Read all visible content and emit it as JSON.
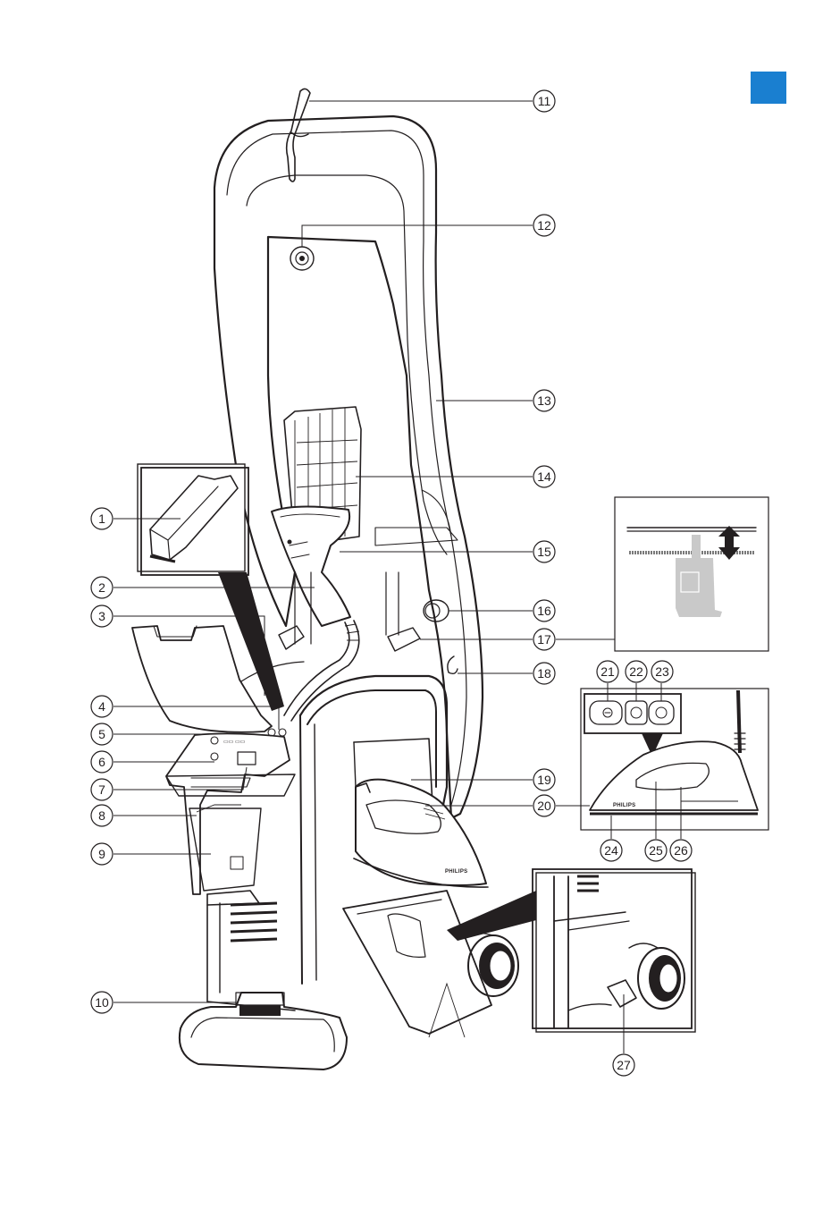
{
  "page": {
    "accent_color": "#1a7fd0",
    "line_color": "#231f20"
  },
  "callouts": [
    {
      "id": "1",
      "label": "1"
    },
    {
      "id": "2",
      "label": "2"
    },
    {
      "id": "3",
      "label": "3"
    },
    {
      "id": "4",
      "label": "4"
    },
    {
      "id": "5",
      "label": "5"
    },
    {
      "id": "6",
      "label": "6"
    },
    {
      "id": "7",
      "label": "7"
    },
    {
      "id": "8",
      "label": "8"
    },
    {
      "id": "9",
      "label": "9"
    },
    {
      "id": "10",
      "label": "10"
    },
    {
      "id": "11",
      "label": "11"
    },
    {
      "id": "12",
      "label": "12"
    },
    {
      "id": "13",
      "label": "13"
    },
    {
      "id": "14",
      "label": "14"
    },
    {
      "id": "15",
      "label": "15"
    },
    {
      "id": "16",
      "label": "16"
    },
    {
      "id": "17",
      "label": "17"
    },
    {
      "id": "18",
      "label": "18"
    },
    {
      "id": "19",
      "label": "19"
    },
    {
      "id": "20",
      "label": "20"
    },
    {
      "id": "21",
      "label": "21"
    },
    {
      "id": "22",
      "label": "22"
    },
    {
      "id": "23",
      "label": "23"
    },
    {
      "id": "24",
      "label": "24"
    },
    {
      "id": "25",
      "label": "25"
    },
    {
      "id": "26",
      "label": "26"
    },
    {
      "id": "27",
      "label": "27"
    }
  ],
  "iron": {
    "brand_main": "PHILIPS",
    "brand_detail": "PHILIPS"
  }
}
